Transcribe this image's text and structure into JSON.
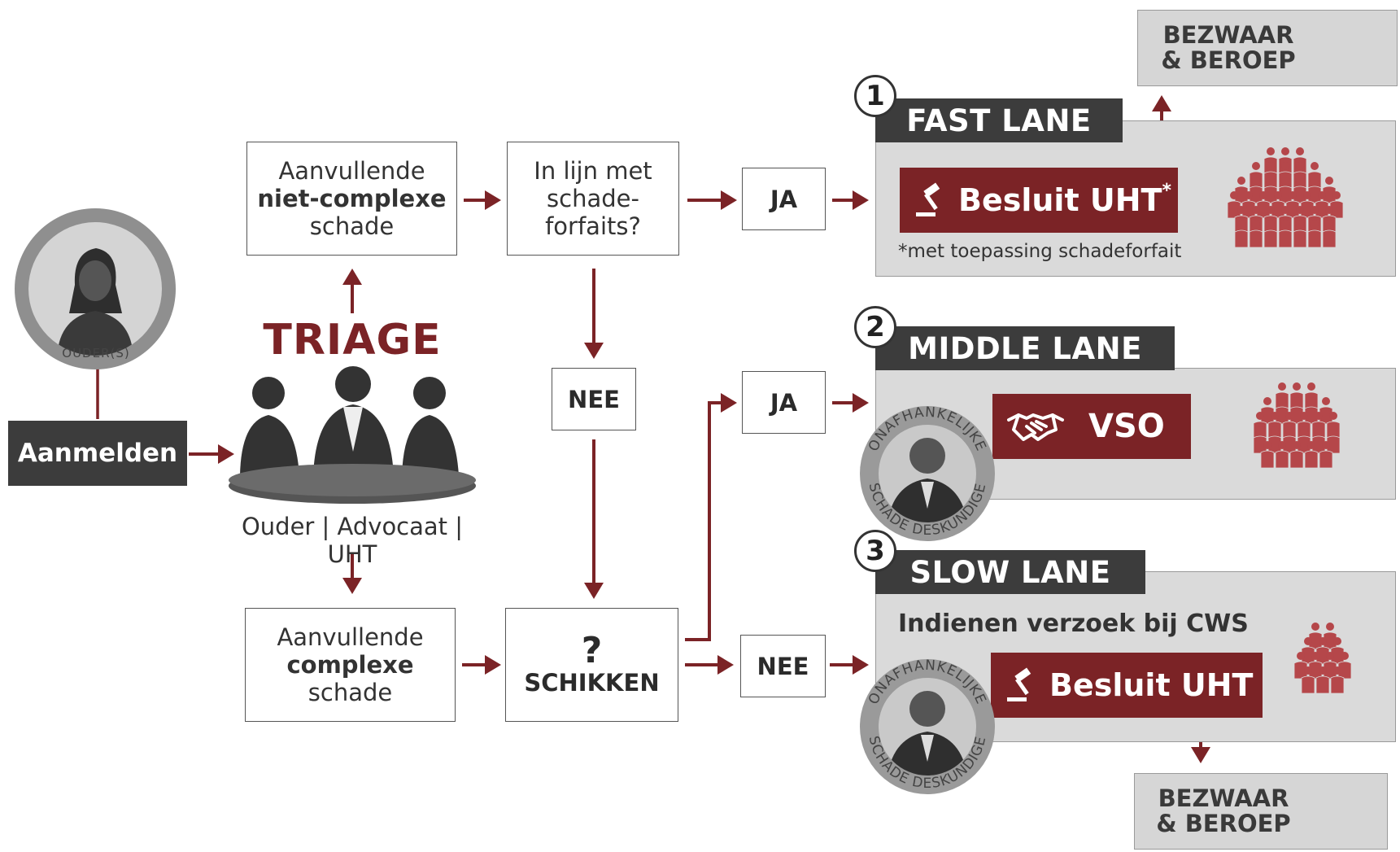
{
  "parent_badge": {
    "label": "OUDER(S)"
  },
  "register": {
    "label": "Aanmelden"
  },
  "triage": {
    "title": "TRIAGE",
    "participants": "Ouder | Advocaat | UHT"
  },
  "noncomplex": {
    "line1": "Aanvullende",
    "line2": "niet-complexe",
    "line3": "schade"
  },
  "complex": {
    "line1": "Aanvullende",
    "line2": "complexe",
    "line3": "schade"
  },
  "question": {
    "line1": "In lijn met",
    "line2": "schade-",
    "line3": "forfaits?"
  },
  "settle": {
    "symbol": "?",
    "label": "SCHIKKEN"
  },
  "answers": {
    "ja_top": "JA",
    "nee_mid": "NEE",
    "ja_mid": "JA",
    "nee_bottom": "NEE"
  },
  "fast_lane": {
    "number": "1",
    "title": "FAST LANE",
    "button": "Besluit UHT",
    "asterisk": "*",
    "note": "*met toepassing schadeforfait"
  },
  "middle_lane": {
    "number": "2",
    "title": "MIDDLE LANE",
    "button": "VSO",
    "expert_top": "ONAFHANKELIJKE",
    "expert_bottom": "SCHADE DESKUNDIGE"
  },
  "slow_lane": {
    "number": "3",
    "title": "SLOW LANE",
    "subtitle": "Indienen verzoek bij CWS",
    "button": "Besluit UHT",
    "expert_top": "ONAFHANKELIJKE",
    "expert_bottom": "SCHADE DESKUNDIGE"
  },
  "appeal_top": {
    "line1": "BEZWAAR",
    "line2": "& BEROEP"
  },
  "appeal_bottom": {
    "line1": "BEZWAAR",
    "line2": "& BEROEP"
  },
  "colors": {
    "accent": "#7b2326",
    "dark": "#3c3c3c",
    "lane_bg": "#dadada",
    "person": "#b5474a"
  }
}
